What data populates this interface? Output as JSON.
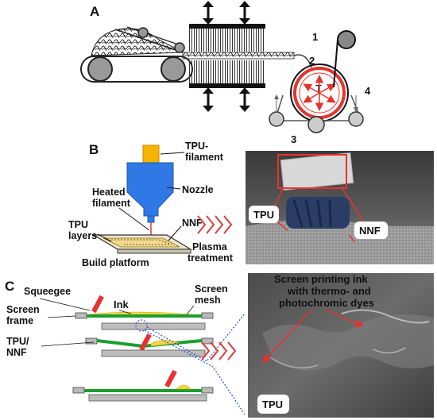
{
  "panel_a": {
    "letter": "A",
    "num1": "1",
    "num2": "2",
    "num3": "3",
    "num4": "4",
    "temp": "T"
  },
  "panel_b": {
    "letter": "B",
    "tpu_filament_line1": "TPU-",
    "tpu_filament_line2": "filament",
    "nozzle": "Nozzle",
    "heated_line1": "Heated",
    "heated_line2": "filament",
    "tpu_layers_line1": "TPU",
    "tpu_layers_line2": "layers",
    "nnf": "NNF",
    "build_platform": "Build platform",
    "plasma_line1": "Plasma",
    "plasma_line2": "treatment",
    "photo_tpu": "TPU",
    "photo_nnf": "NNF"
  },
  "panel_c": {
    "letter": "C",
    "squeegee": "Squeegee",
    "ink": "Ink",
    "screen_mesh_line1": "Screen",
    "screen_mesh_line2": "mesh",
    "screen_frame_line1": "Screen",
    "screen_frame_line2": "frame",
    "tpu_nnf_line1": "TPU/",
    "tpu_nnf_line2": "NNF",
    "photo_caption_line1": "Screen printing ink",
    "photo_caption_line2": "with thermo- and",
    "photo_caption_line3": "photochromic dyes",
    "photo_tpu": "TPU"
  },
  "colors": {
    "nozzle_blue": "#2f78e6",
    "filament_yellow": "#f4b400",
    "accent_red": "#e8322e",
    "print_green": "#1b9e2e",
    "chevron_red": "#e03a3a"
  }
}
